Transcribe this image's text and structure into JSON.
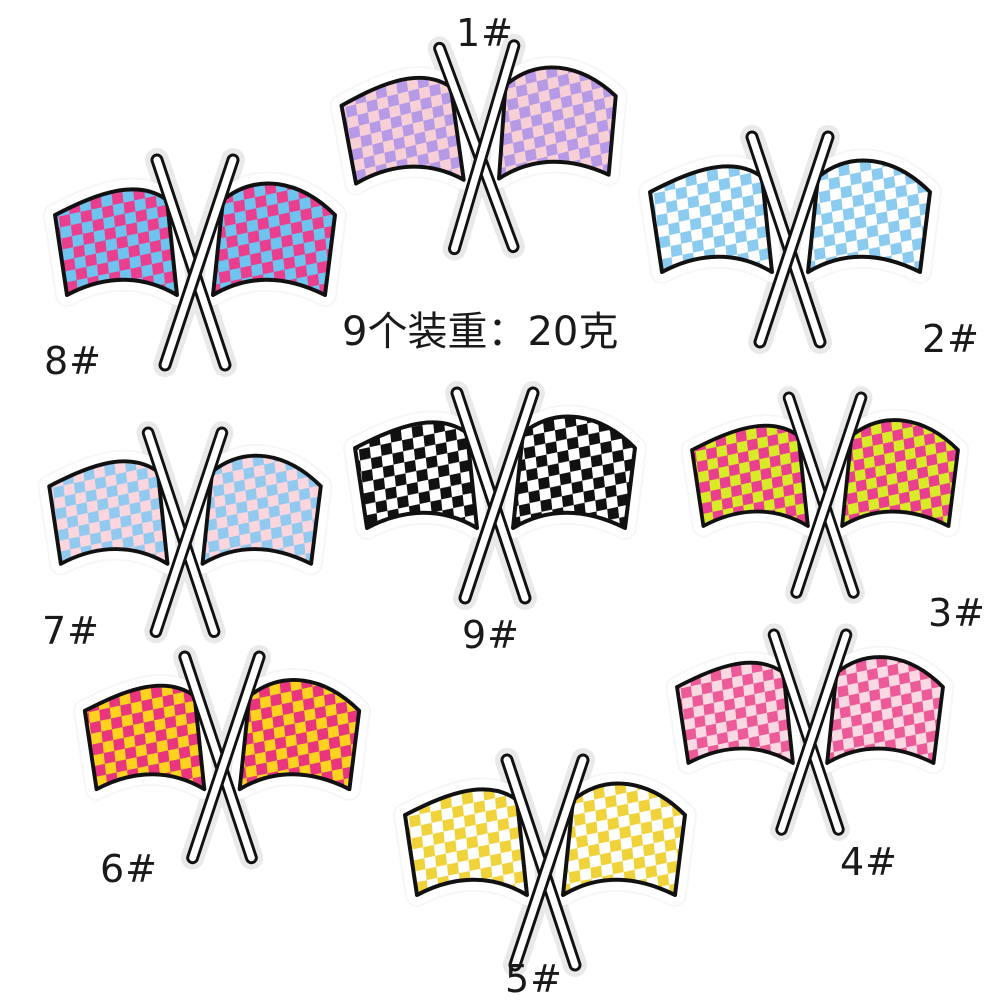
{
  "caption": "9个装重：20克",
  "patches": [
    {
      "label": "1#",
      "color_a": "#b79ae6",
      "color_b": "#f7cfd6"
    },
    {
      "label": "2#",
      "color_a": "#8ccbf0",
      "color_b": "#ffffff"
    },
    {
      "label": "3#",
      "color_a": "#d9ea28",
      "color_b": "#ea3f8e"
    },
    {
      "label": "4#",
      "color_a": "#ec5a98",
      "color_b": "#fbd9e3"
    },
    {
      "label": "5#",
      "color_a": "#f0d23a",
      "color_b": "#ffffff"
    },
    {
      "label": "6#",
      "color_a": "#ffd21f",
      "color_b": "#e8357e"
    },
    {
      "label": "7#",
      "color_a": "#92c9ee",
      "color_b": "#fbd6df"
    },
    {
      "label": "8#",
      "color_a": "#ea3f8e",
      "color_b": "#6fc3ef"
    },
    {
      "label": "9#",
      "color_a": "#111111",
      "color_b": "#ffffff"
    }
  ]
}
